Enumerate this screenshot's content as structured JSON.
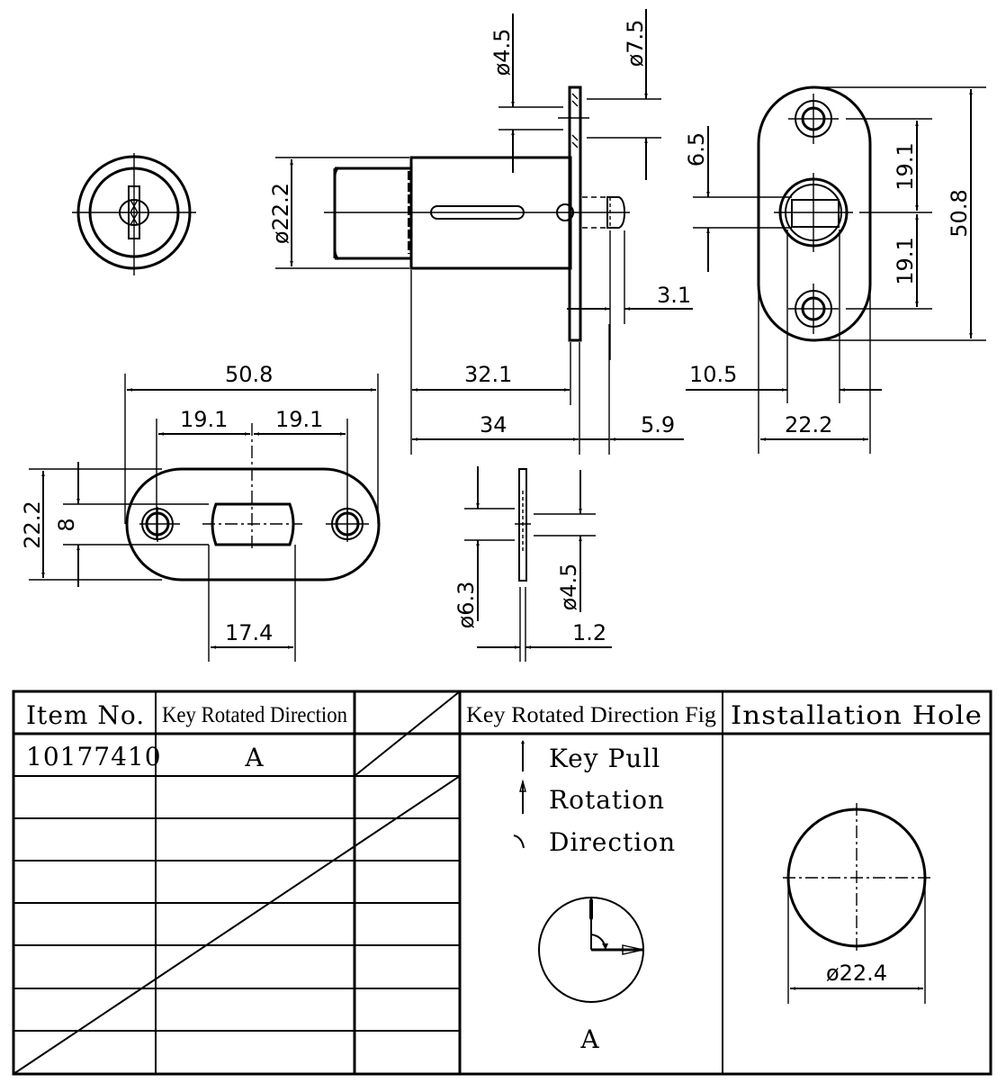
{
  "drawing": {
    "front_view": {
      "dims": {
        "diameter_body": "ø22.2",
        "diameter_hole_small": "ø4.5",
        "diameter_hole_large": "ø7.5",
        "bolt_offset": "6.5",
        "bolt_projection": "3.1",
        "body_length": "32.1",
        "overall_length": "34",
        "bolt_length": "5.9"
      }
    },
    "end_view_right": {
      "dims": {
        "hole_spacing_top": "19.1",
        "hole_spacing_bottom": "19.1",
        "plate_height": "50.8",
        "bolt_width": "10.5",
        "plate_width": "22.2"
      }
    },
    "plate_view": {
      "dims": {
        "plate_length": "50.8",
        "hole_spacing_left": "19.1",
        "hole_spacing_right": "19.1",
        "plate_width": "22.2",
        "slot_height": "8",
        "slot_length": "17.4"
      }
    },
    "plate_section": {
      "dims": {
        "counterbore": "ø6.3",
        "hole": "ø4.5",
        "thickness": "1.2"
      }
    }
  },
  "table": {
    "headers": {
      "item_no": "Item No.",
      "key_rotated_direction": "Key Rotated Direction",
      "key_rotated_direction_fig": "Key Rotated Direction Fig",
      "installation_hole": "Installation Hole"
    },
    "rows": [
      {
        "item_no": "10177410",
        "direction": "A"
      },
      {
        "item_no": "",
        "direction": ""
      },
      {
        "item_no": "",
        "direction": ""
      },
      {
        "item_no": "",
        "direction": ""
      },
      {
        "item_no": "",
        "direction": ""
      },
      {
        "item_no": "",
        "direction": ""
      },
      {
        "item_no": "",
        "direction": ""
      },
      {
        "item_no": "",
        "direction": ""
      }
    ],
    "legend": {
      "key_pull": "Key Pull",
      "rotation": "Rotation",
      "direction": "Direction"
    },
    "fig_label": "A",
    "installation_hole_dim": "ø22.4"
  }
}
